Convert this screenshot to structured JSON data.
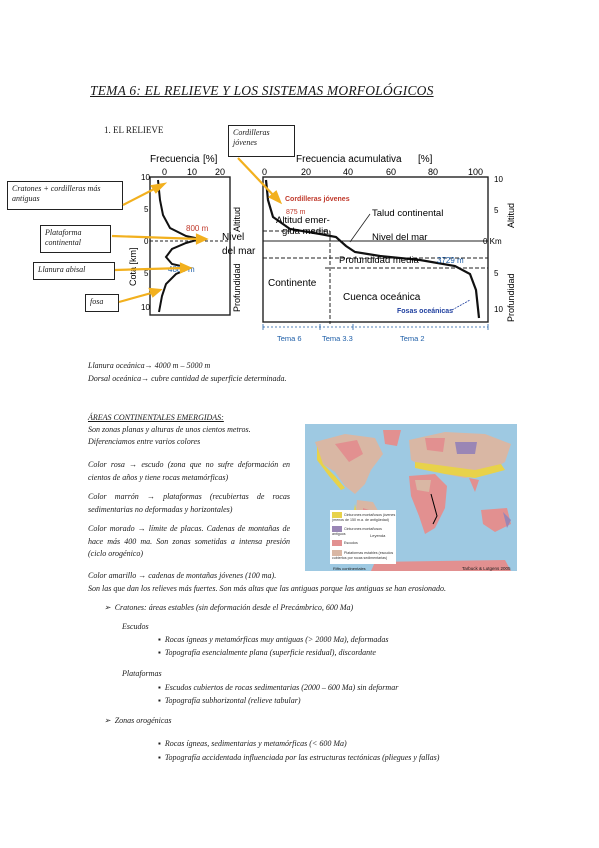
{
  "title": "TEMA 6: EL RELIEVE Y LOS SISTEMAS MORFOLÓGICOS",
  "section1": "1.     EL RELIEVE",
  "callouts": {
    "cordilleras": "Cordilleras jóvenes",
    "cratones": "Cratones + cordilleras más antiguas",
    "plataforma": "Plataforma continental",
    "llanura": "Llanura abisal",
    "fosa": "fosa"
  },
  "chart_left": {
    "header": "Frecuencia",
    "unit": "[%]",
    "ticks_x": [
      "0",
      "10",
      "20"
    ],
    "ticks_y": [
      "10",
      "5",
      "0",
      "5",
      "10"
    ],
    "cota": "Cota [km]",
    "altitud": "Altitud",
    "profundidad": "Profundidad",
    "mark_800": "800 m",
    "mark_4880": "4880 m"
  },
  "chart_right": {
    "header": "Frecuencia acumulativa",
    "unit": "[%]",
    "ticks_x": [
      "0",
      "20",
      "40",
      "60",
      "80",
      "100"
    ],
    "ticks_y": [
      "10",
      "5",
      "0 Km",
      "5",
      "10"
    ],
    "altitud": "Altitud",
    "profundidad": "Profundidad",
    "nivel": "Nivel",
    "del_mar": "del mar",
    "cordilleras": "Cordilleras jóvenes",
    "m875": "875 m",
    "altitud_media": "Altitud emer-",
    "altitud_media2": "gida media",
    "talud": "Talud continental",
    "nivel_mar": "Nivel del mar",
    "prof_media": "Profundidad media",
    "m3729": "3729 m",
    "continente": "Continente",
    "cuenca": "Cuenca oceánica",
    "fosas": "Fosas oceánicas"
  },
  "temas": {
    "t6": "Tema 6",
    "t33": "Tema 3.3",
    "t2": "Tema 2"
  },
  "llanura_line": "Llanura oceánica→ 4000 m – 5000 m",
  "dorsal_line": "Dorsal oceánica→ cubre cantidad de superficie determinada.",
  "areas_heading": "ÁREAS CONTINENTALES EMERGIDAS:",
  "areas_l1": "Son zonas planas y alturas de unos cientos metros.",
  "areas_l2": "Diferenciamos entre varios colores",
  "color_rosa": "Color rosa → escudo (zona que no sufre deformación en cientos de años y tiene rocas metamórficas)",
  "color_marron": "Color marrón → plataformas (recubiertas de rocas sedimentarias no deformadas y horizontales)",
  "color_morado": "Color morado → límite de placas. Cadenas de montañas de hace más 400 ma. Son zonas sometidas a intensa presión (ciclo orogénico)",
  "color_amarillo": "Color amarillo → cadenas de montañas jóvenes (100 ma).",
  "line_relieves": "Son las que dan los relieves más fuertes. Son más altas que las antiguas porque las antiguas se han erosionado.",
  "map": {
    "credit": "Tarbuck & Lutgens 2005",
    "legend_title": "Leyenda",
    "legend": [
      "Cinturones montañosos jóvenes (menos de 150 m.a. de antigüedad)",
      "Cinturones montañosos antiguos",
      "Escudos",
      "Plataformas estables (escudos cubiertos por rocas sedimentarias)"
    ],
    "rift": "Rifts continentales",
    "colors": {
      "ocean": "#9ec9e2",
      "young": "#e8d24a",
      "old": "#9a86b5",
      "shield": "#e29090",
      "platform": "#d9b7a4"
    }
  },
  "cratones_item": "Cratones: áreas estables (sin deformación desde el Precámbrico, 600 Ma)",
  "escudos_h": "Escudos",
  "escudos_b1": "Rocas ígneas y metamórficas muy antiguas (> 2000 Ma), deformadas",
  "escudos_b2": "Topografía esencialmente plana (superficie residual), discordante",
  "plataformas_h": "Plataformas",
  "plat_b1": "Escudos cubiertos de rocas sedimentarias (2000 – 600 Ma) sin deformar",
  "plat_b2": "Topografía subhorizontal (relieve tabular)",
  "zonas_item": "Zonas orogénicas",
  "zonas_b1": "Rocas ígneas, sedimentarias y metamórficas (< 600 Ma)",
  "zonas_b2": "Topografía accidentada influenciada por las estructuras tectónicas (pliegues y fallas)"
}
